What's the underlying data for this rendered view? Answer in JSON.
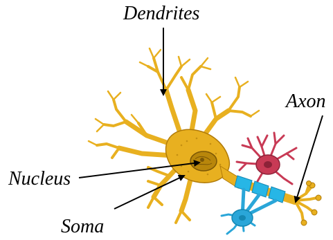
{
  "labels": {
    "dendrites": "Dendrites",
    "axon": "Axon",
    "nucleus": "Nucleus",
    "soma": "Soma"
  },
  "colors": {
    "neuron_body": "#e8b020",
    "neuron_outline": "#b07a08",
    "nucleus": "#b8860b",
    "myelin_sheath": "#27b6e6",
    "glial_cell_red": "#c83a55",
    "glial_cell_blue": "#2aa6d8",
    "arrow": "#000000"
  }
}
